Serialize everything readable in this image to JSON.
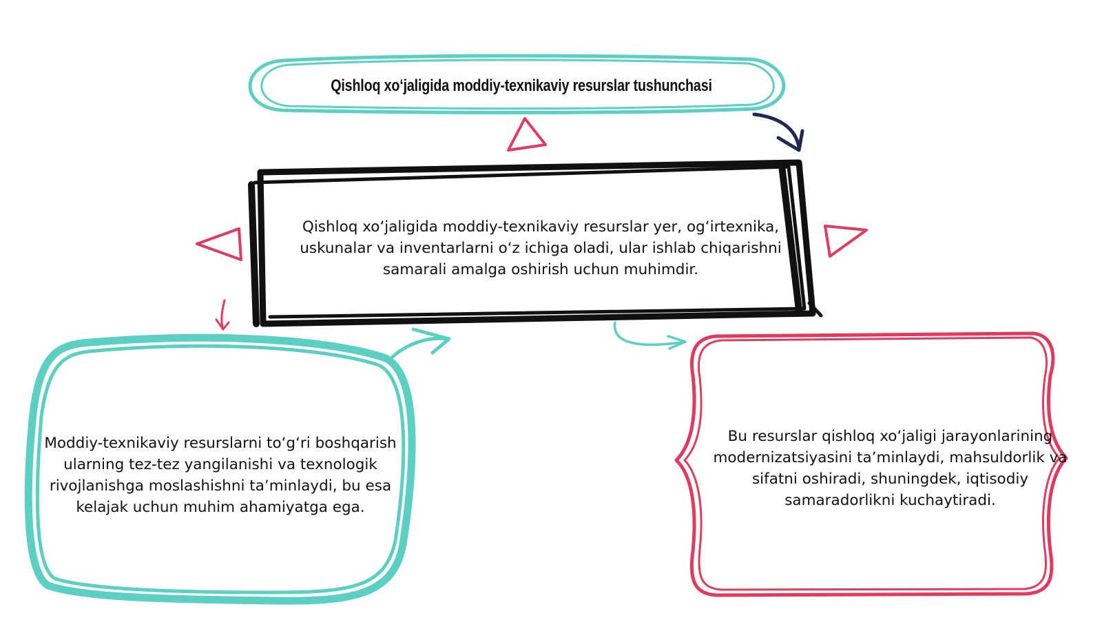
{
  "diagram": {
    "title": "Qishloq xoʻjaligida moddiy-texnikaviy resurslar tushunchasi",
    "center_text": "Qishloq xoʻjaligida moddiy-texnikaviy resurslar yer, ogʻirtexnika, uskunalar va inventarlarni oʻz ichiga oladi, ular ishlab chiqarishni samarali amalga oshirish uchun muhimdir.",
    "left_text": "Moddiy-texnikaviy resurslarni toʻgʻri boshqarish ularning tez-tez yangilanishi va texnologik rivojlanishga moslashishni taʼminlaydi, bu esa kelajak uchun muhim ahamiyatga ega.",
    "right_text": "Bu resurslar qishloq xoʻjaligi jarayonlarining modernizatsiyasini taʼminlaydi, mahsuldorlik va sifatni oshiradi, shuningdek, iqtisodiy samaradorlikni kuchaytiradi."
  },
  "colors": {
    "teal": "#5ccfc3",
    "crimson": "#e13a5e",
    "black": "#111111",
    "navy": "#1f2850"
  }
}
